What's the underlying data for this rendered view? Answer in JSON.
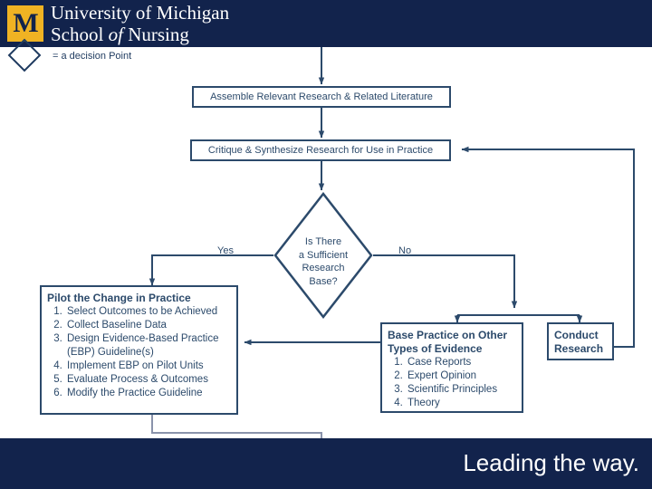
{
  "header": {
    "logo_mark": "block-m-logo",
    "institution_line1": "University of Michigan",
    "institution_line2_a": "School ",
    "institution_line2_b": "of",
    "institution_line2_c": " Nursing"
  },
  "footer": {
    "tagline": "Leading the way.",
    "background": "#12234c"
  },
  "legend": {
    "shape": "diamond",
    "label": "= a decision Point"
  },
  "colors": {
    "navy": "#12234c",
    "maize": "#f0b323",
    "line": "#2c4a6b",
    "text": "#2c4a6b",
    "page": "#ffffff"
  },
  "flow": {
    "assemble": {
      "label": "Assemble Relevant Research & Related Literature"
    },
    "critique": {
      "label": "Critique & Synthesize Research for Use in Practice"
    },
    "decision": {
      "line1": "Is There",
      "line2": "a Sufficient",
      "line3": "Research",
      "line4": "Base?",
      "yes_label": "Yes",
      "no_label": "No"
    },
    "pilot": {
      "heading": "Pilot the Change in Practice",
      "items": [
        "Select Outcomes to be Achieved",
        "Collect Baseline Data",
        "Design Evidence-Based Practice (EBP) Guideline(s)",
        "Implement EBP on Pilot Units",
        "Evaluate Process & Outcomes",
        "Modify the Practice Guideline"
      ]
    },
    "base_practice": {
      "heading_line1": "Base Practice on Other",
      "heading_line2": "Types of Evidence",
      "items": [
        "Case Reports",
        "Expert Opinion",
        "Scientific Principles",
        "Theory"
      ]
    },
    "conduct": {
      "line1": "Conduct",
      "line2": "Research"
    }
  }
}
